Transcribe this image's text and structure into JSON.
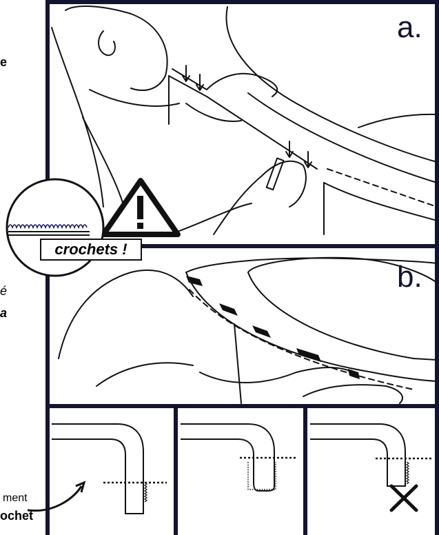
{
  "panels": {
    "a_label": "a.",
    "b_label": "b."
  },
  "callout": {
    "text": "crochets !"
  },
  "side_text": {
    "frag_e": "e",
    "frag_e_accent": "é",
    "frag_a": "a",
    "frag_ment": "ment",
    "frag_ochet": "ochet"
  },
  "colors": {
    "frame": "#141432",
    "ink": "#111111",
    "paper": "#ffffff"
  }
}
